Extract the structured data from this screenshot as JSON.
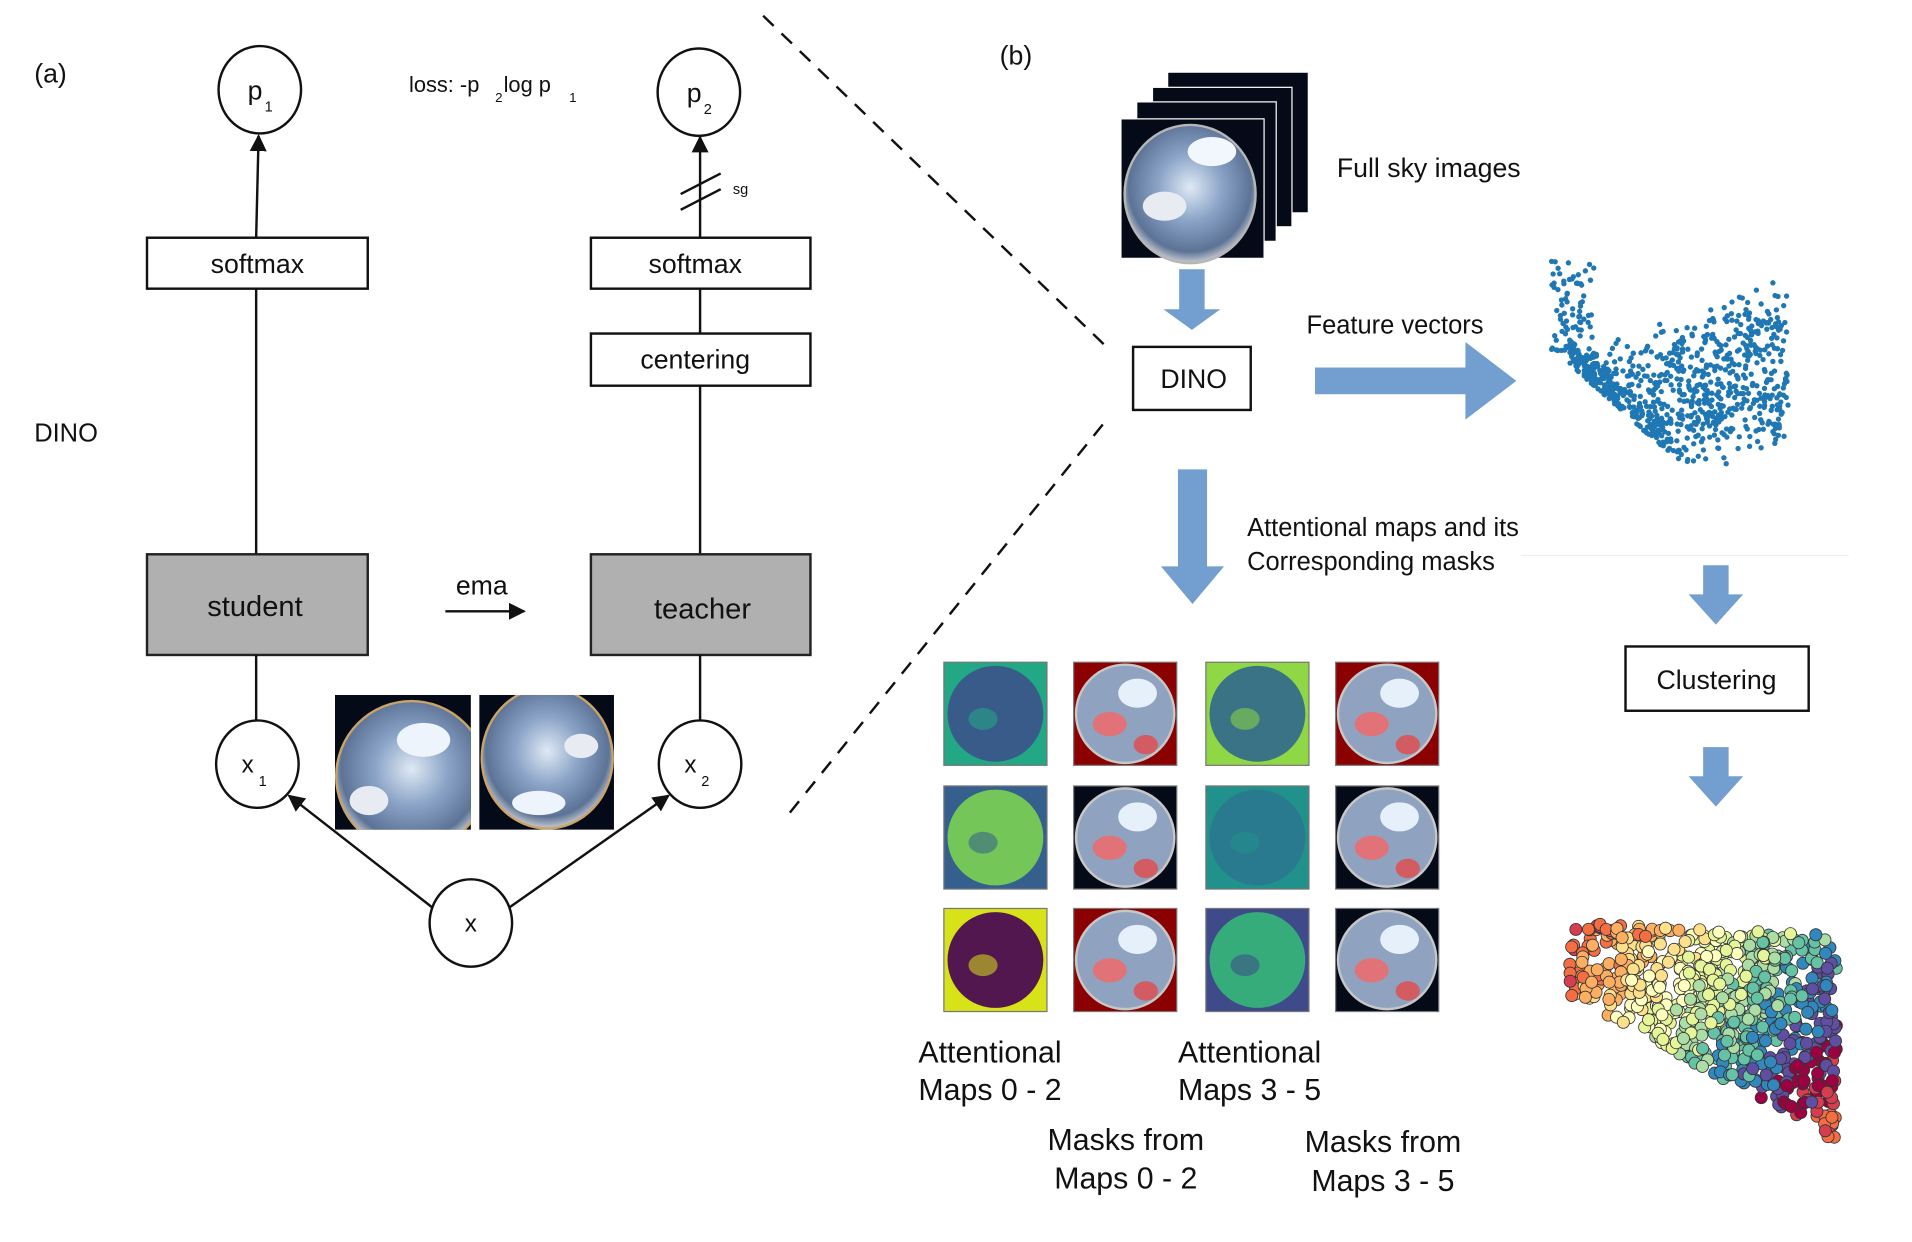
{
  "panel_a": {
    "label": "(a)",
    "title": "DINO",
    "loss_text": {
      "prefix": "loss: -p",
      "sub1": "2",
      "mid": " log p",
      "sub2": "1"
    },
    "p1": {
      "base": "p",
      "sub": "1"
    },
    "p2": {
      "base": "p",
      "sub": "2"
    },
    "x1": {
      "base": "x",
      "sub": "1"
    },
    "x2": {
      "base": "x",
      "sub": "2"
    },
    "x": "x",
    "student_softmax": "softmax",
    "teacher_softmax": "softmax",
    "centering": "centering",
    "student": "student",
    "teacher": "teacher",
    "ema": "ema",
    "stop_grad": "sg"
  },
  "panel_b": {
    "label": "(b)",
    "full_sky_images": "Full sky images",
    "dino_box": "DINO",
    "feature_vectors": "Feature vectors",
    "attention_caption_line1": "Attentional maps and its",
    "attention_caption_line2": "Corresponding masks",
    "clustering_box": "Clustering",
    "grid_labels": {
      "att_0_2": [
        "Attentional",
        "Maps 0 - 2"
      ],
      "att_3_5": [
        "Attentional",
        "Maps 3 - 5"
      ],
      "mask_0_2": [
        "Masks from",
        "Maps 0 - 2"
      ],
      "mask_3_5": [
        "Masks from",
        "Maps 3 - 5"
      ]
    },
    "grid": [
      [
        {
          "kind": "map",
          "bg": "#22a884",
          "disk": "#3b528b"
        },
        {
          "kind": "mask",
          "bg": "#8b0000"
        },
        {
          "kind": "map",
          "bg": "#8fd744",
          "disk": "#31688e"
        },
        {
          "kind": "mask",
          "bg": "#8b0000"
        }
      ],
      [
        {
          "kind": "map",
          "bg": "#355f8d",
          "disk": "#7ad151"
        },
        {
          "kind": "mask",
          "bg": "#050a18"
        },
        {
          "kind": "map",
          "bg": "#21918c",
          "disk": "#2a788e"
        },
        {
          "kind": "mask",
          "bg": "#050a18"
        }
      ],
      [
        {
          "kind": "map",
          "bg": "#d8e219",
          "disk": "#440154"
        },
        {
          "kind": "mask",
          "bg": "#8b0000"
        },
        {
          "kind": "map",
          "bg": "#3e4a89",
          "disk": "#35b779"
        },
        {
          "kind": "mask",
          "bg": "#050a18"
        }
      ]
    ]
  },
  "colors": {
    "arrow_blue": "#729fcf",
    "scatter_blue": "#1f77b4",
    "cluster_palette": [
      "#9e0142",
      "#d53e4f",
      "#f46d43",
      "#fdae61",
      "#fee08b",
      "#ffffbf",
      "#e6f598",
      "#abdda4",
      "#66c2a5",
      "#3288bd",
      "#5e4fa2"
    ]
  }
}
